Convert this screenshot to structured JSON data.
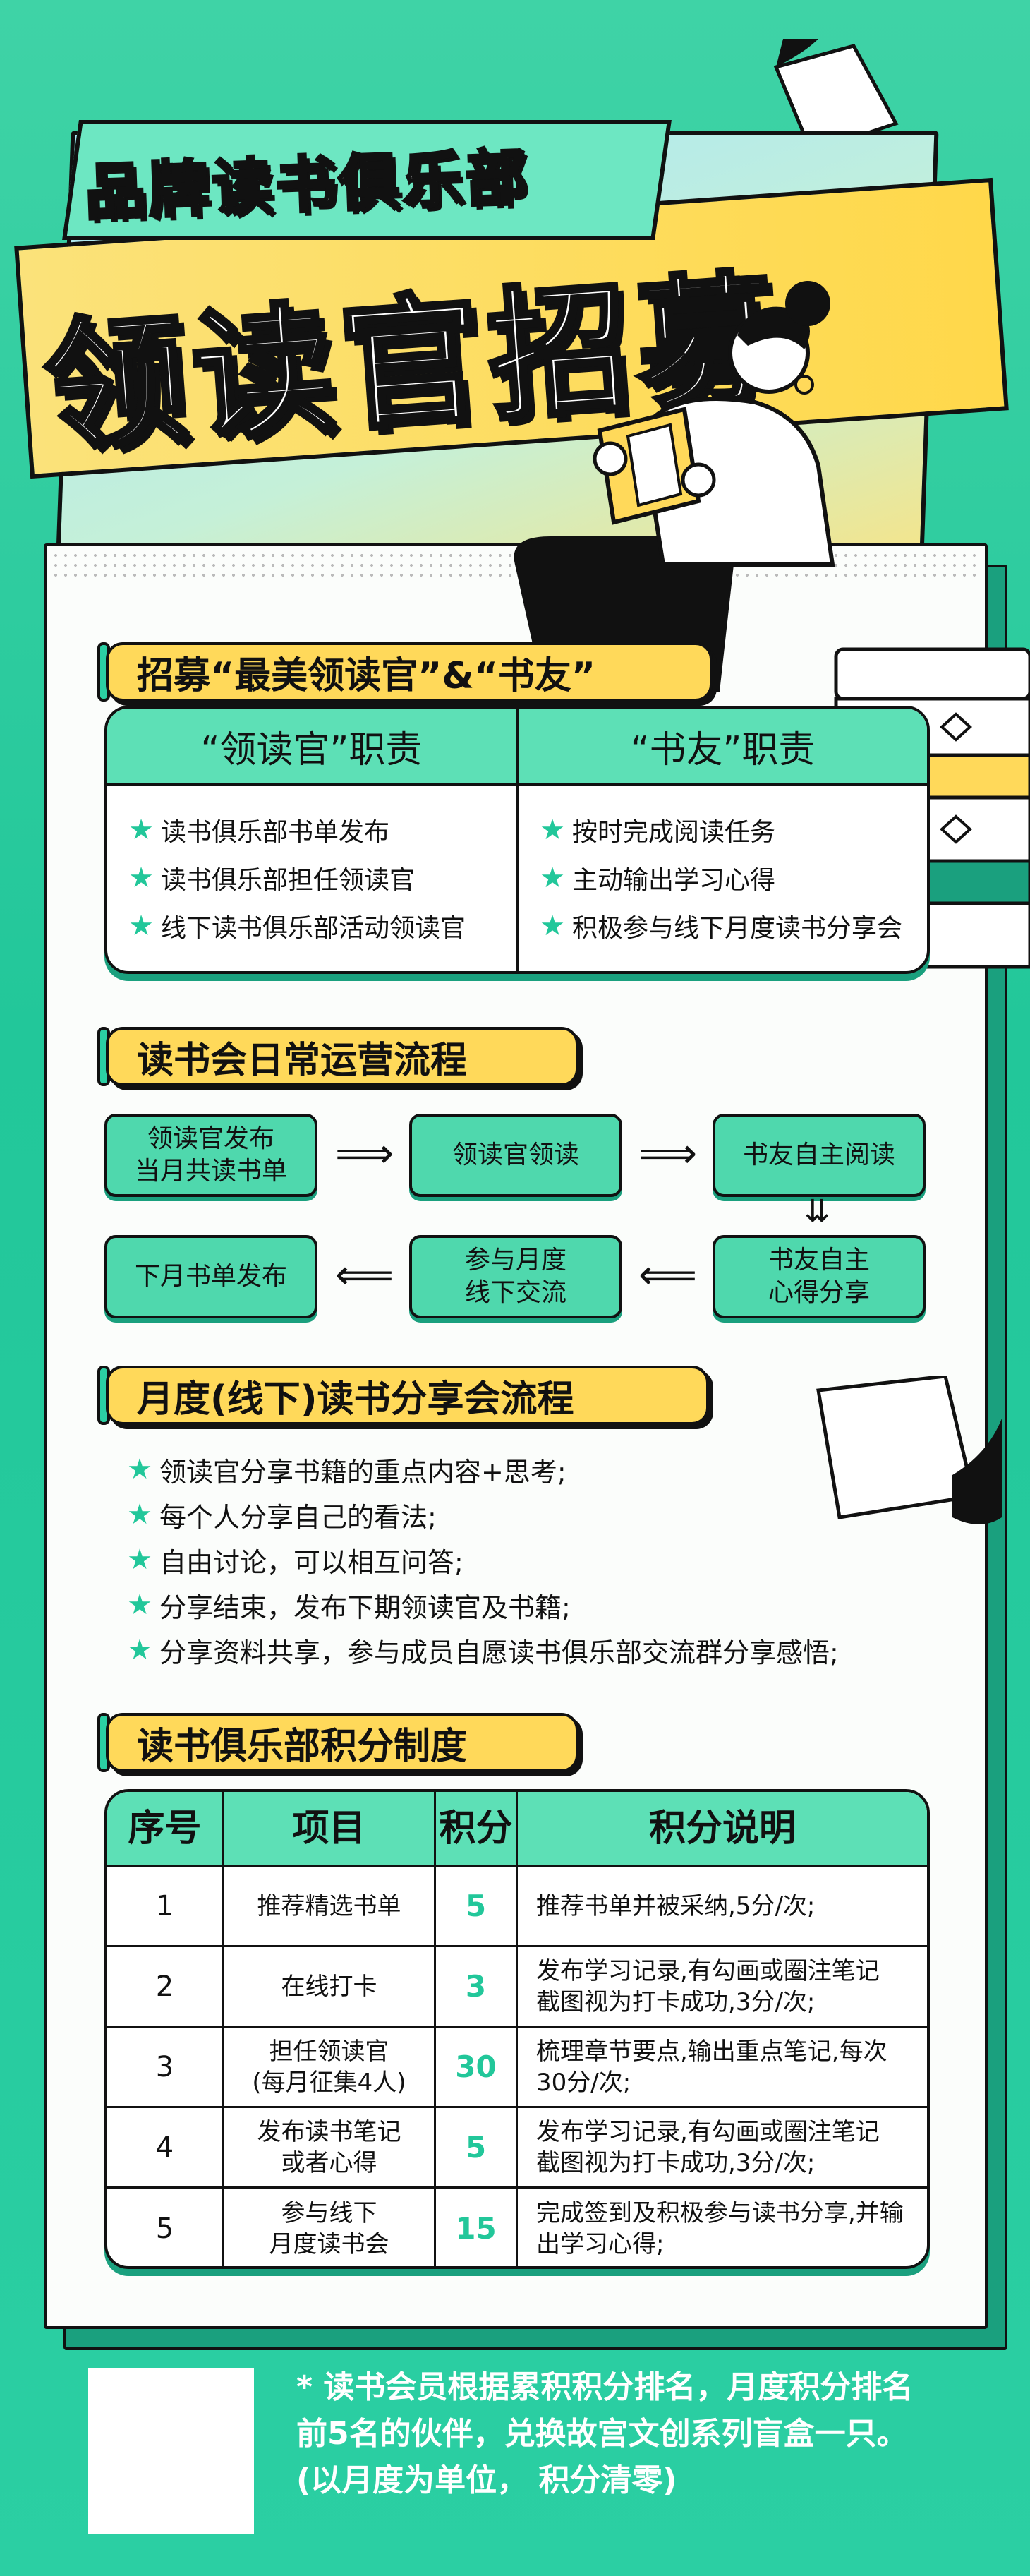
{
  "header": {
    "subtitle": "品牌读书俱乐部",
    "title": "领读官招募"
  },
  "section1": {
    "heading": "招募“最美领读官”&“书友”",
    "left_title": "“领读官”职责",
    "right_title": "“书友”职责",
    "left_items": [
      "读书俱乐部书单发布",
      "读书俱乐部担任领读官",
      "线下读书俱乐部活动领读官"
    ],
    "right_items": [
      "按时完成阅读任务",
      "主动输出学习心得",
      "积极参与线下月度读书分享会"
    ]
  },
  "section2": {
    "heading": "读书会日常运营流程",
    "steps": [
      "领读官发布\n当月共读书单",
      "领读官领读",
      "书友自主阅读",
      "书友自主\n心得分享",
      "参与月度\n线下交流",
      "下月书单发布"
    ]
  },
  "section3": {
    "heading": "月度(线下)读书分享会流程",
    "items": [
      "领读官分享书籍的重点内容+思考;",
      "每个人分享自己的看法;",
      "自由讨论，可以相互问答;",
      "分享结束，发布下期领读官及书籍;",
      "分享资料共享，参与成员自愿读书俱乐部交流群分享感悟;"
    ]
  },
  "section4": {
    "heading": "读书俱乐部积分制度",
    "columns": [
      "序号",
      "项目",
      "积分",
      "积分说明"
    ],
    "rows": [
      {
        "no": "1",
        "item": "推荐精选书单",
        "points": "5",
        "desc": "推荐书单并被采纳,5分/次;"
      },
      {
        "no": "2",
        "item": "在线打卡",
        "points": "3",
        "desc": "发布学习记录,有勾画或圈注笔记\n截图视为打卡成功,3分/次;"
      },
      {
        "no": "3",
        "item": "担任领读官\n(每月征集4人)",
        "points": "30",
        "desc": "梳理章节要点,输出重点笔记,每次\n30分/次;"
      },
      {
        "no": "4",
        "item": "发布读书笔记\n或者心得",
        "points": "5",
        "desc": "发布学习记录,有勾画或圈注笔记\n截图视为打卡成功,3分/次;"
      },
      {
        "no": "5",
        "item": "参与线下\n月度读书会",
        "points": "15",
        "desc": "完成签到及积极参与读书分享,并输\n出学习心得;"
      }
    ]
  },
  "footer": {
    "line1": "* 读书会员根据累积积分排名，月度积分排名",
    "line2": "前5名的伙伴，兑换故宫文创系列盲盒一只。",
    "line3": "(以月度为单位， 积分清零)"
  },
  "colors": {
    "background": "#2bcfa3",
    "accent_yellow": "#ffd95a",
    "table_head": "#5de0b6",
    "star": "#22c79a"
  }
}
